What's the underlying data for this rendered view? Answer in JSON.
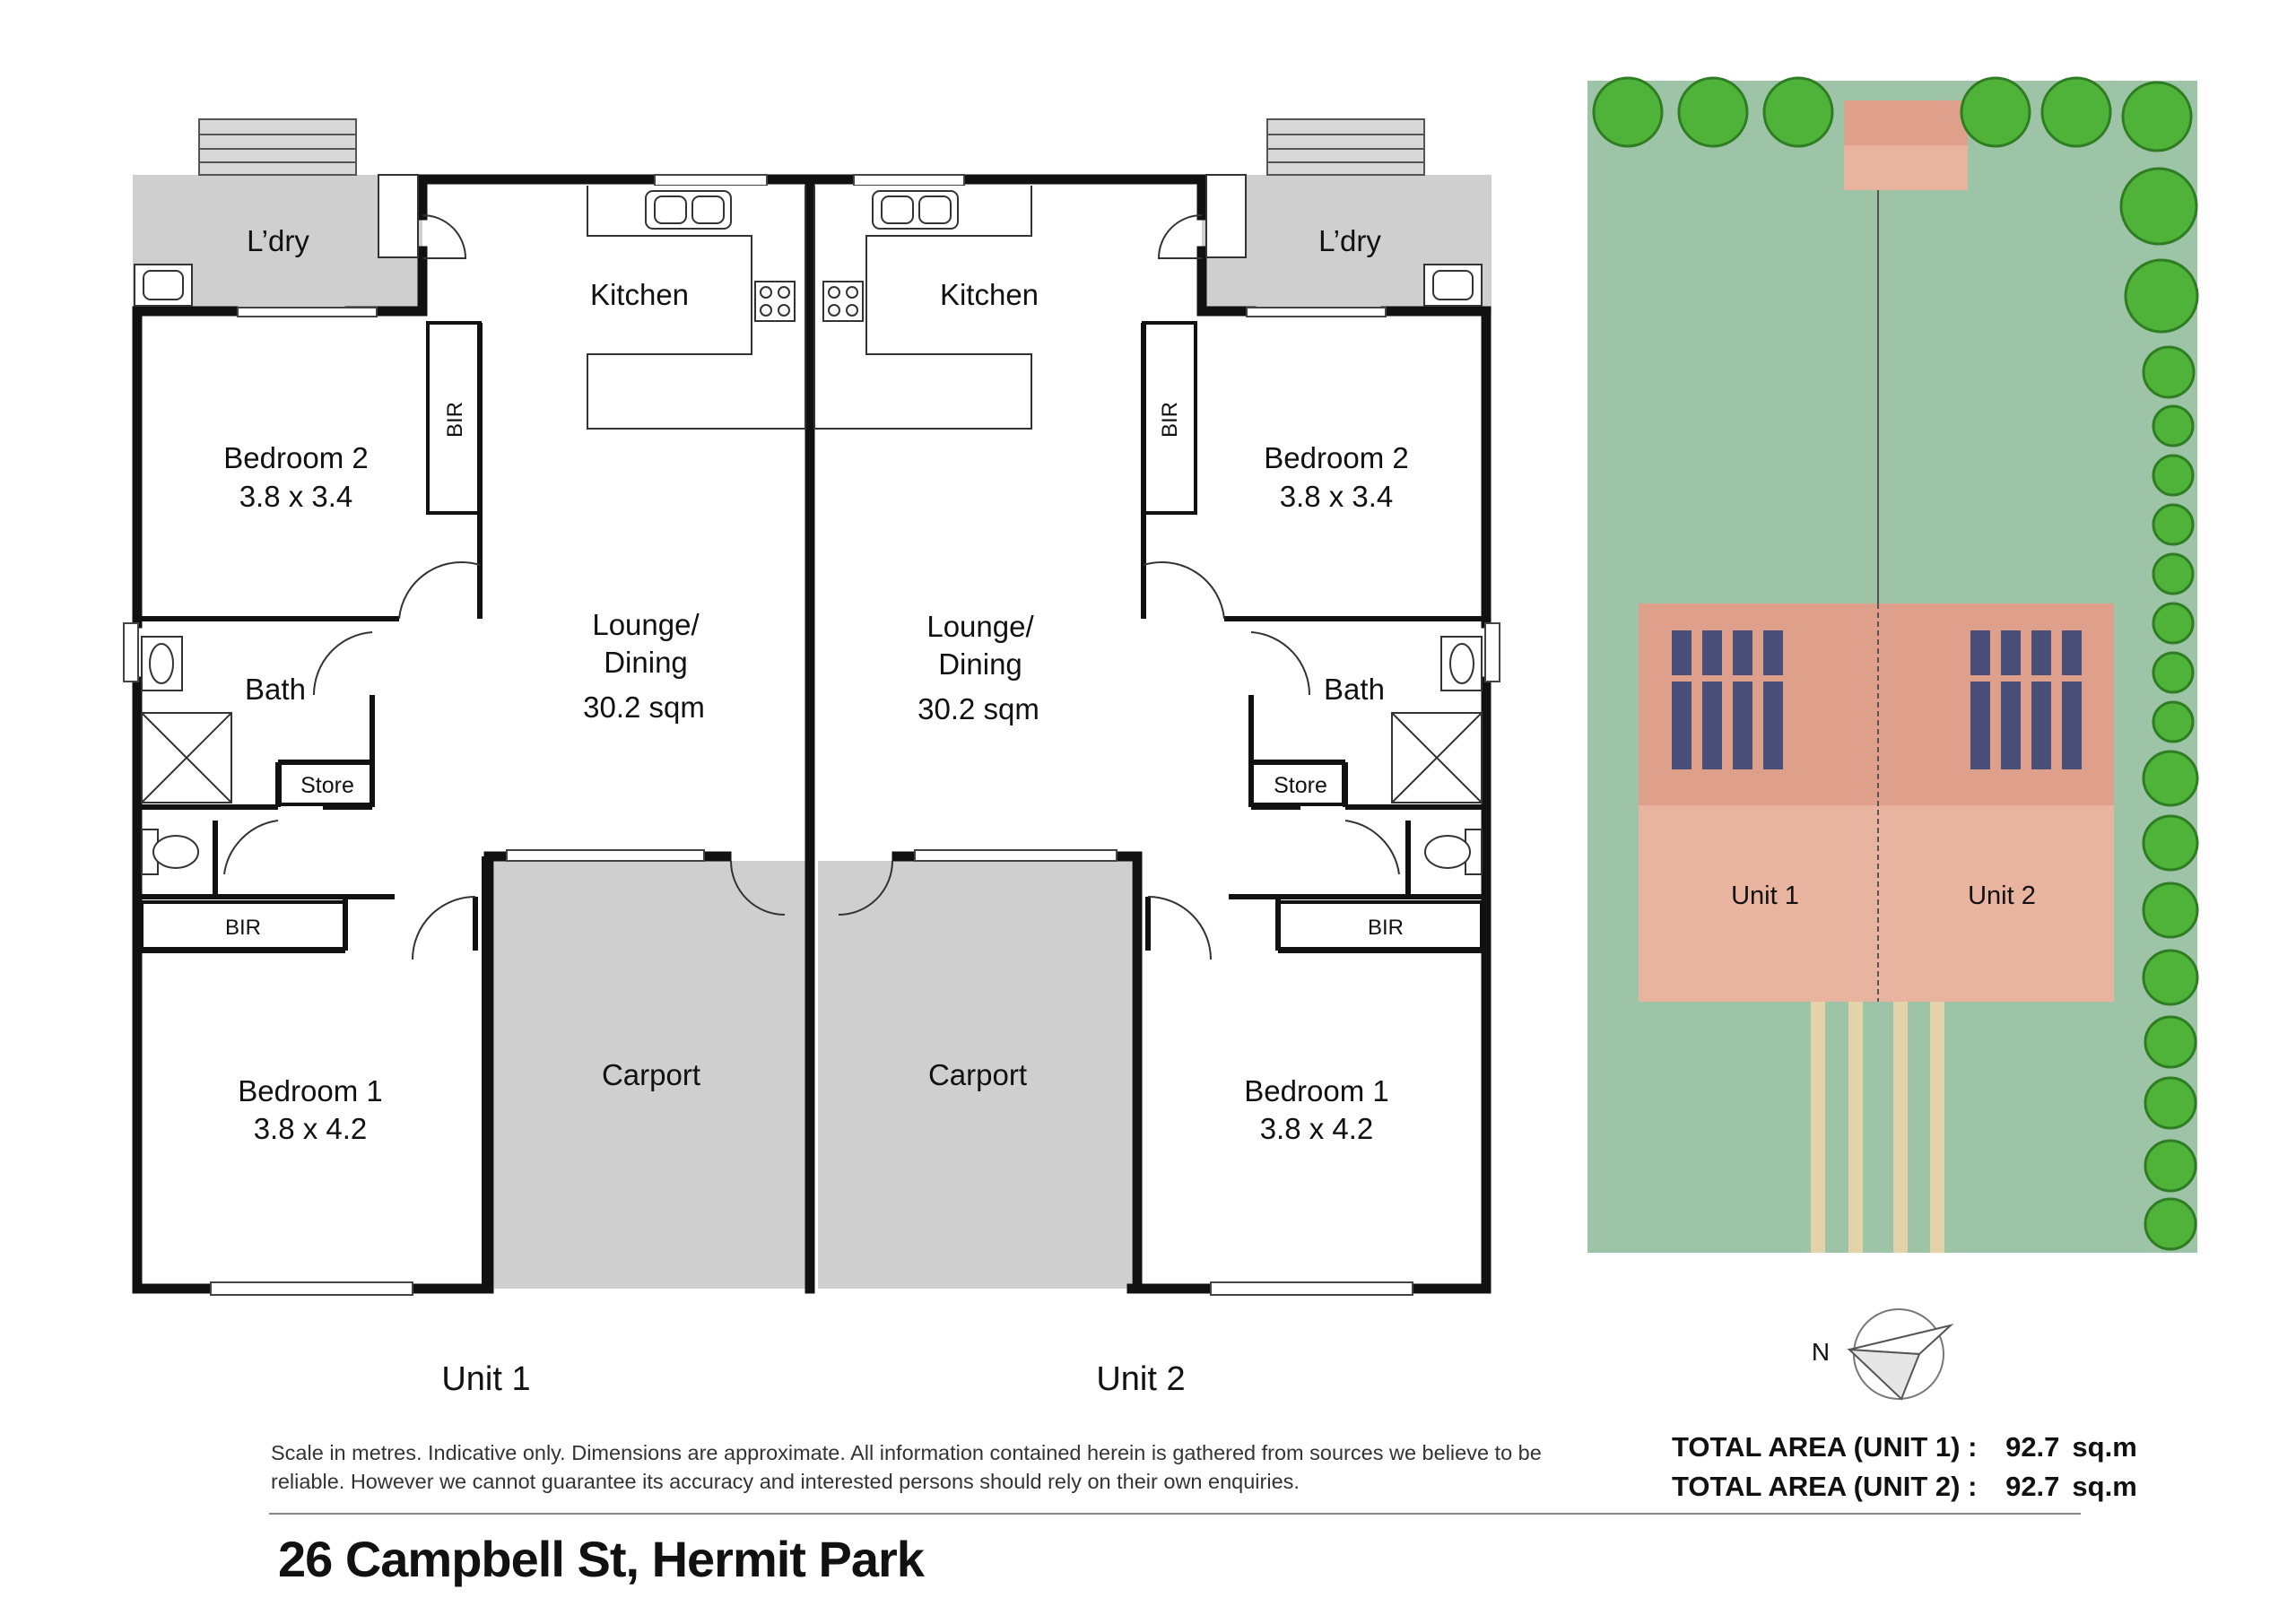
{
  "floorplan": {
    "left_unit": {
      "laundry": "L’dry",
      "kitchen": "Kitchen",
      "bir_upper": "BIR",
      "bedroom2_name": "Bedroom 2",
      "bedroom2_size": "3.8 x 3.4",
      "lounge_line1": "Lounge/",
      "lounge_line2": "Dining",
      "lounge_area": "30.2 sqm",
      "bath": "Bath",
      "store": "Store",
      "bir_lower": "BIR",
      "bedroom1_name": "Bedroom 1",
      "bedroom1_size": "3.8 x 4.2",
      "carport": "Carport",
      "unit_label": "Unit 1"
    },
    "right_unit": {
      "laundry": "L’dry",
      "kitchen": "Kitchen",
      "bir_upper": "BIR",
      "bedroom2_name": "Bedroom 2",
      "bedroom2_size": "3.8 x 3.4",
      "lounge_line1": "Lounge/",
      "lounge_line2": "Dining",
      "lounge_area": "30.2 sqm",
      "bath": "Bath",
      "store": "Store",
      "bir_lower": "BIR",
      "bedroom1_name": "Bedroom 1",
      "bedroom1_size": "3.8 x 4.2",
      "carport": "Carport",
      "unit_label": "Unit 2"
    }
  },
  "site_plan": {
    "unit1": "Unit 1",
    "unit2": "Unit 2",
    "compass_letter": "N",
    "colors": {
      "lawn": "#9dc4a6",
      "roof_dark": "#dea08b",
      "roof_light": "#e9b49f",
      "solar": "#4a4f7a",
      "driveway": "#e4d3a8",
      "tree": "#4fb33a"
    }
  },
  "disclaimer": "Scale in metres. Indicative only. Dimensions are approximate. All information contained herein is gathered from sources we believe to be reliable. However we cannot guarantee its accuracy and interested persons should rely on their own enquiries.",
  "totals": [
    {
      "label": "TOTAL AREA (UNIT 1) :",
      "value": "92.7",
      "unit": "sq.m"
    },
    {
      "label": "TOTAL AREA (UNIT 2) :",
      "value": "92.7",
      "unit": "sq.m"
    }
  ],
  "address": "26 Campbell St, Hermit Park"
}
